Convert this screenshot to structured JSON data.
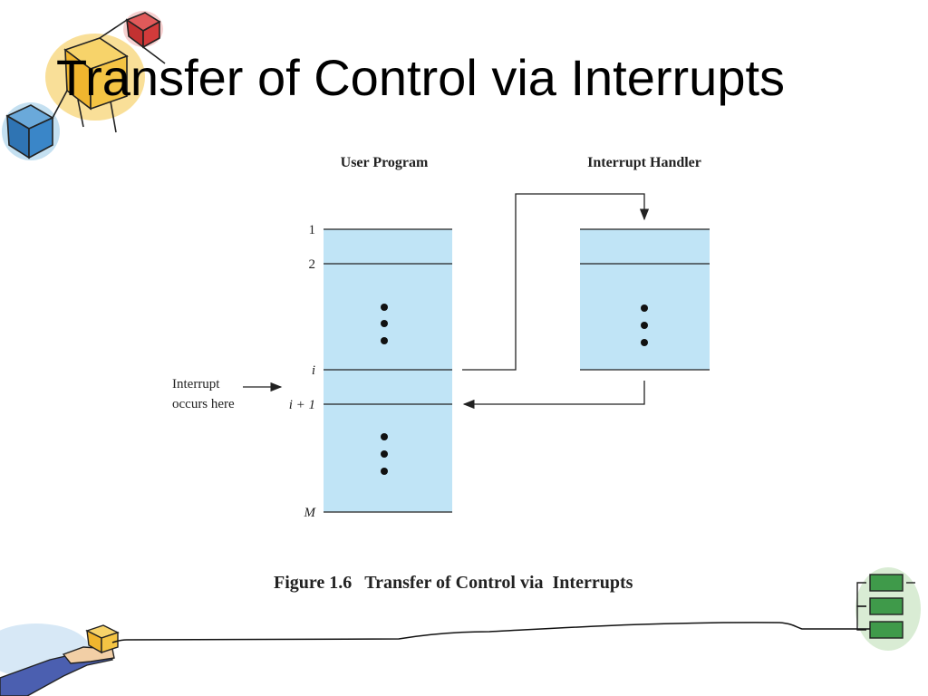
{
  "slide": {
    "title": "Transfer of Control via Interrupts"
  },
  "diagram": {
    "user_program_header": "User Program",
    "interrupt_handler_header": "Interrupt Handler",
    "row_labels": {
      "first": "1",
      "second": "2",
      "i": "i",
      "i_plus_1": "i + 1",
      "m": "M"
    },
    "annotation_line1": "Interrupt",
    "annotation_line2": "occurs here",
    "caption_number": "Figure 1.6",
    "caption_text": "Transfer of Control via  Interrupts"
  },
  "colors": {
    "block_fill": "#c0e4f6",
    "line": "#222222",
    "cube_red": "#d23b3b",
    "cube_yellow": "#f4c444",
    "cube_blue": "#3a86c8",
    "green_blocks": "#3f9a4a"
  }
}
